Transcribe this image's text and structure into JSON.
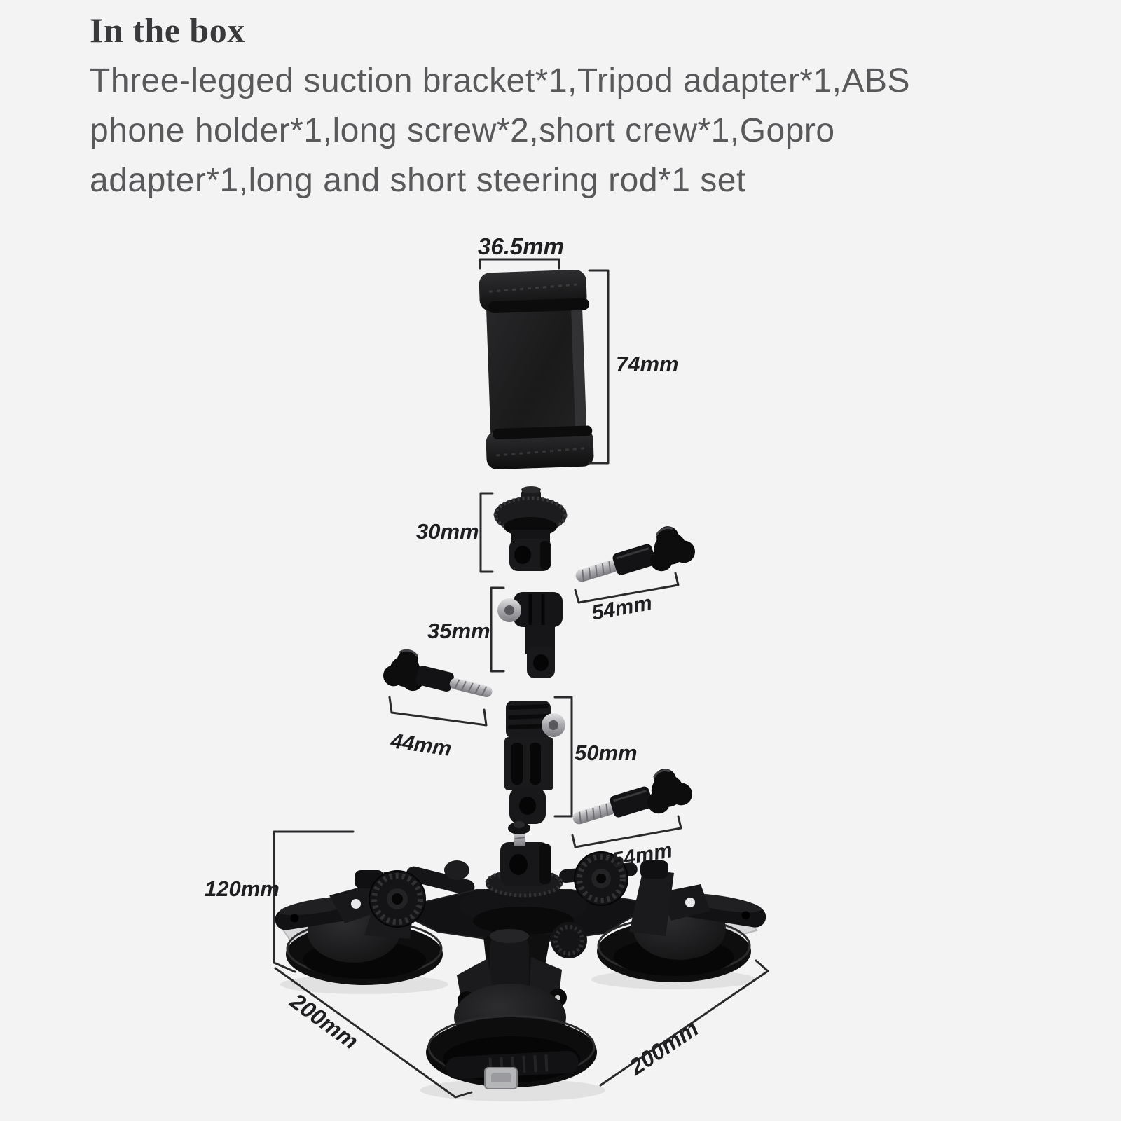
{
  "page": {
    "background_color": "#f3f3f4",
    "dim_line_color": "#2a2a2c",
    "dim_label_color": "#1f1f21"
  },
  "header": {
    "title": "In the box",
    "description": "Three-legged suction bracket*1,Tripod adapter*1,ABS\nphone holder*1,long screw*2,short crew*1,Gopro\nadapter*1,long and short steering rod*1 set"
  },
  "diagram": {
    "parts": [
      {
        "id": "phone-holder",
        "name": "ABS phone holder",
        "width_label": "36.5mm",
        "height_label": "74mm"
      },
      {
        "id": "tripod-adapter",
        "name": "Tripod adapter",
        "height_label": "30mm"
      },
      {
        "id": "long-screw-top",
        "name": "Long screw",
        "length_label": "54mm"
      },
      {
        "id": "gopro-adapter",
        "name": "Gopro adapter",
        "height_label": "35mm"
      },
      {
        "id": "short-screw",
        "name": "Short screw",
        "length_label": "44mm"
      },
      {
        "id": "steering-rod",
        "name": "Long and short steering rod",
        "height_label": "50mm"
      },
      {
        "id": "long-screw-bottom",
        "name": "Long screw",
        "length_label": "54mm"
      },
      {
        "id": "suction-bracket",
        "name": "Three-legged suction bracket",
        "height_label": "120mm",
        "left_side_label": "200mm",
        "right_side_label": "200mm"
      }
    ]
  }
}
